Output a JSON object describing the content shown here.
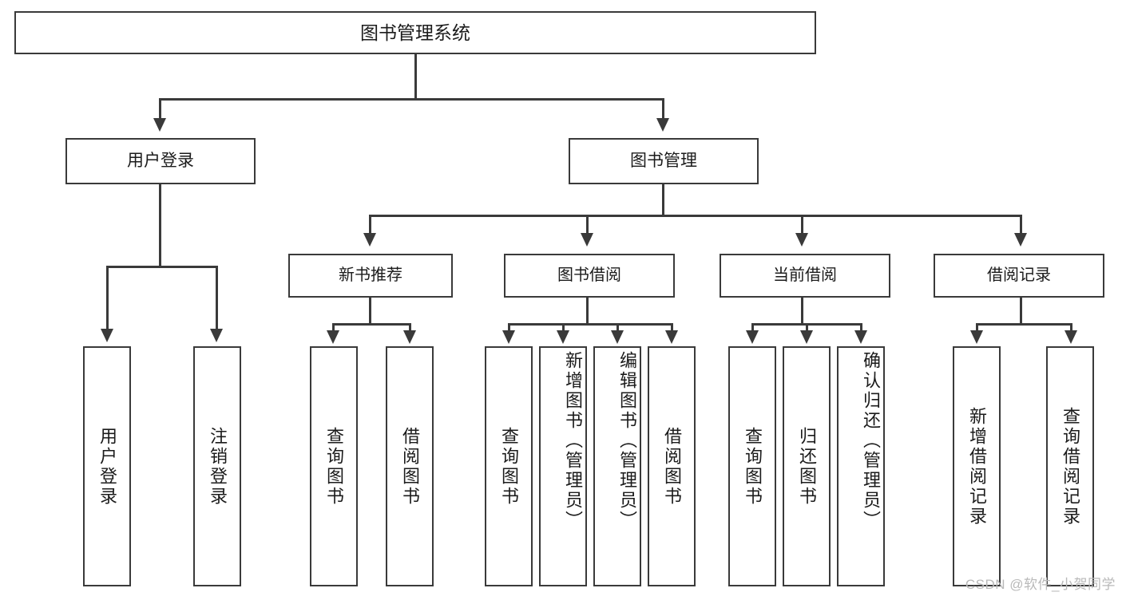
{
  "diagram": {
    "type": "tree",
    "title": "图书管理系统",
    "root": {
      "label": "图书管理系统"
    },
    "level1": [
      {
        "label": "用户登录"
      },
      {
        "label": "图书管理"
      }
    ],
    "level2": [
      {
        "label": "新书推荐"
      },
      {
        "label": "图书借阅"
      },
      {
        "label": "当前借阅"
      },
      {
        "label": "借阅记录"
      }
    ],
    "leaves": {
      "user_login": [
        {
          "label": "用户登录"
        },
        {
          "label": "注销登录"
        }
      ],
      "new_book_recommend": [
        {
          "label": "查询图书"
        },
        {
          "label": "借阅图书"
        }
      ],
      "book_borrow": [
        {
          "label": "查询图书"
        },
        {
          "label": "新增图书（管理员）"
        },
        {
          "label": "编辑图书（管理员）"
        },
        {
          "label": "借阅图书"
        }
      ],
      "current_borrow": [
        {
          "label": "查询图书"
        },
        {
          "label": "归还图书"
        },
        {
          "label": "确认归还（管理员）"
        }
      ],
      "borrow_record": [
        {
          "label": "新增借阅记录"
        },
        {
          "label": "查询借阅记录"
        }
      ]
    }
  },
  "watermark": {
    "text": "CSDN @软件_小贺同学"
  },
  "colors": {
    "border": "#3a3a3a",
    "text": "#1b1b1b",
    "background": "#ffffff",
    "watermark": "#b9b9b9"
  }
}
